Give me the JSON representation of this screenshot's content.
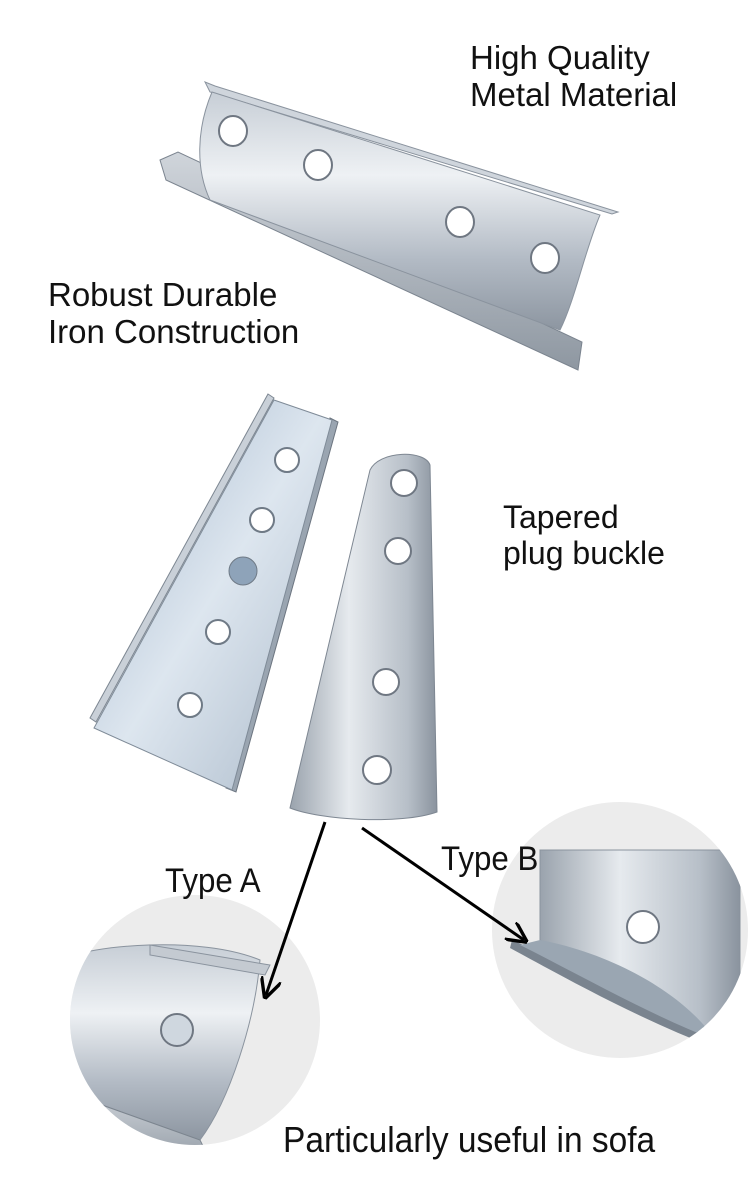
{
  "labels": {
    "quality_line1": "High Quality",
    "quality_line2": "Metal Material",
    "robust_line1": "Robust Durable",
    "robust_line2": "Iron Construction",
    "tapered_line1": "Tapered",
    "tapered_line2": "plug buckle",
    "type_a": "Type A",
    "type_b": "Type B",
    "footer": "Particularly useful in sofa"
  },
  "colors": {
    "background": "#ffffff",
    "text": "#111111",
    "metal_light": "#dfe4ea",
    "metal_mid": "#aeb6c0",
    "metal_dark": "#6f7782",
    "zoom_circle": "#ececec"
  },
  "parts": [
    {
      "id": "long-channel",
      "holes": 4
    },
    {
      "id": "tapered-type-a",
      "holes": 4,
      "dimple": 1
    },
    {
      "id": "tapered-type-b",
      "holes": 4
    },
    {
      "id": "detail-type-a",
      "holes": 1
    },
    {
      "id": "detail-type-b",
      "holes": 1
    }
  ]
}
